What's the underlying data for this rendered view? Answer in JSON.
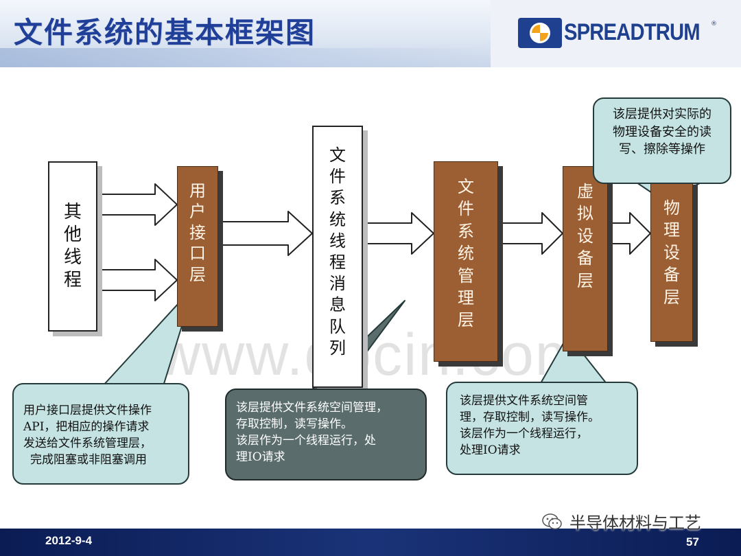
{
  "header": {
    "title": "文件系统的基本框架图",
    "logo_text": "SPREADTRUM",
    "logo_mark": "®"
  },
  "diagram": {
    "nodes": {
      "other_threads": [
        "其",
        "他",
        "线",
        "程"
      ],
      "user_interface_layer": [
        "用",
        "户",
        "接",
        "口",
        "层"
      ],
      "fs_thread_queue": [
        "文",
        "件",
        "系",
        "统",
        "线",
        "程",
        "消",
        "息",
        "队",
        "列"
      ],
      "fs_management_layer": [
        "文",
        "件",
        "系",
        "统",
        "管",
        "理",
        "层"
      ],
      "virtual_device_layer": [
        "虚",
        "拟",
        "设",
        "备",
        "层"
      ],
      "physical_device_layer": [
        "物",
        "理",
        "设",
        "备",
        "层"
      ]
    },
    "callouts": {
      "user_interface": [
        "用户接口层提供文件操作",
        "API，把相应的操作请求",
        "发送给文件系统管理层，",
        "完成阻塞或非阻塞调用"
      ],
      "fs_queue": [
        "该层提供文件系统空间管理，",
        "存取控制，读写操作。",
        "该层作为一个线程运行，处",
        "理IO请求"
      ],
      "fs_management": [
        "该层提供文件系统空间管",
        "理，存取控制，读写操作。",
        "该层作为一个线程运行，",
        "处理IO请求"
      ],
      "physical_device": [
        "该层提供对实际的",
        "物理设备安全的读",
        "写、擦除等操作"
      ]
    },
    "colors": {
      "layer_fill": "#9c5f34",
      "callout_light": "#c5e3e3",
      "callout_dark": "#5a6d6c"
    }
  },
  "watermark": "www.docin.com",
  "footer": {
    "date": "2012-9-4",
    "page": "57",
    "wechat_account": "半导体材料与工艺"
  }
}
